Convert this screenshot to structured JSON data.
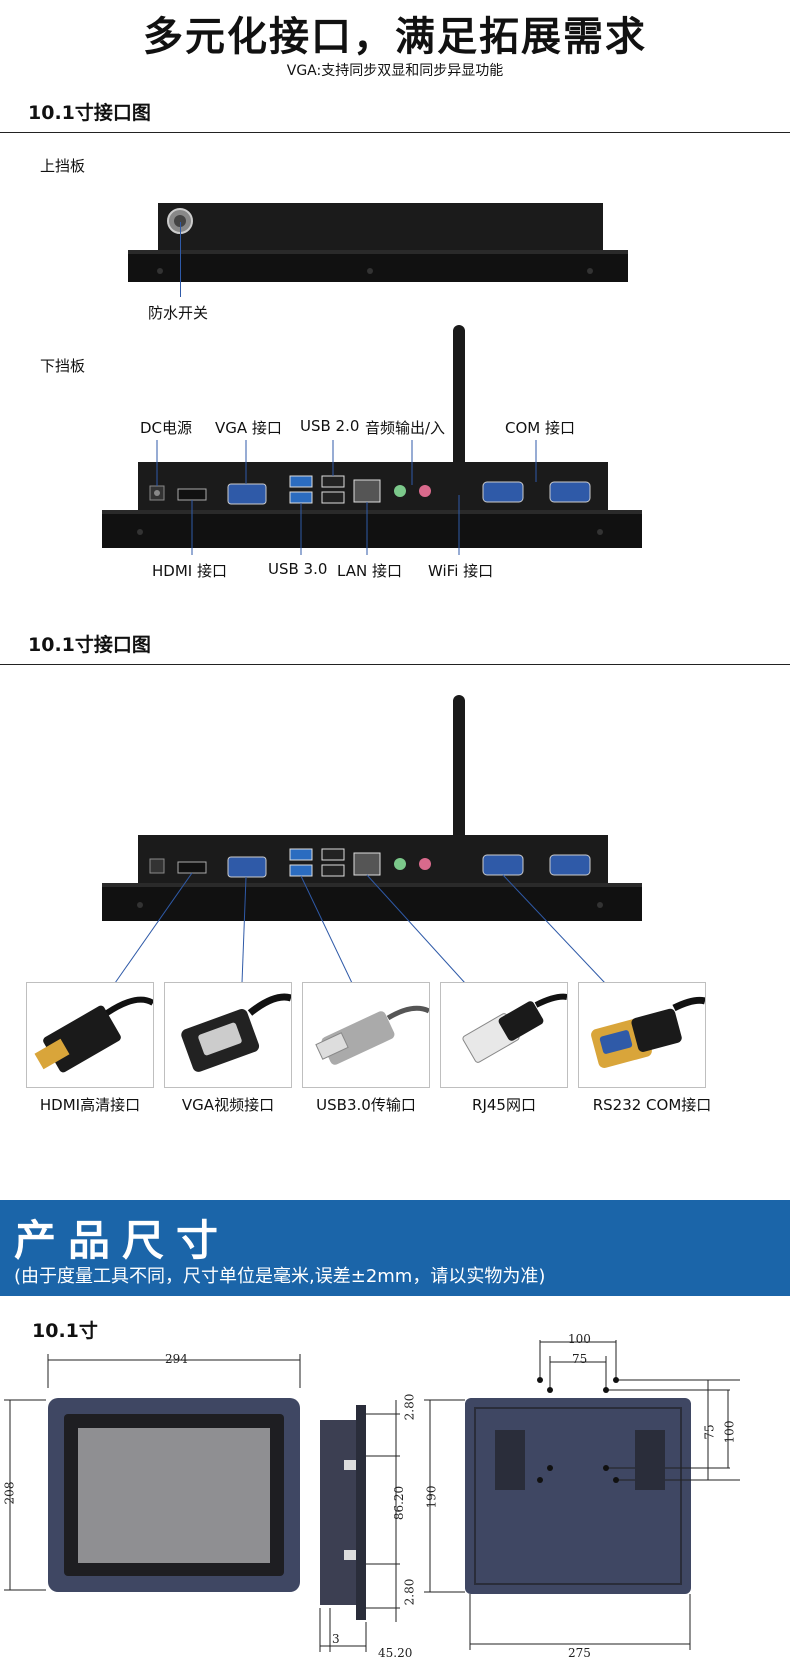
{
  "header": {
    "title": "多元化接口，满足拓展需求",
    "subtitle": "VGA:支持同步双显和同步异显功能"
  },
  "section1": {
    "title": "10.1寸接口图",
    "top_panel_label": "上挡板",
    "waterproof_switch": "防水开关",
    "bottom_panel_label": "下挡板",
    "port_labels_top": [
      "DC电源",
      "VGA 接口",
      "USB 2.0",
      "音频输出/入",
      "COM 接口"
    ],
    "port_labels_bottom": [
      "HDMI 接口",
      "USB 3.0",
      "LAN 接口",
      "WiFi 接口"
    ]
  },
  "section2": {
    "title": "10.1寸接口图",
    "thumbnails": [
      "HDMI高清接口",
      "VGA视频接口",
      "USB3.0传输口",
      "RJ45网口",
      "RS232 COM接口"
    ]
  },
  "banner": {
    "title": "产品尺寸",
    "subtitle": "(由于度量工具不同，尺寸单位是毫米,误差±2mm，请以实物为准)"
  },
  "dimensions": {
    "title": "10.1寸",
    "front_width": "294",
    "front_height": "208",
    "side_top": "2.80",
    "side_mid": "86.20",
    "side_bottom": "2.80",
    "side_depth": "3",
    "side_total": "45.20",
    "back_height": "190",
    "back_width": "275",
    "vesa_outer_w": "100",
    "vesa_inner_w": "75",
    "vesa_inner_h": "75",
    "vesa_outer_h": "100"
  },
  "colors": {
    "banner": "#1b65a9",
    "device": "#151515",
    "connector_blue": "#2f5aa8"
  }
}
